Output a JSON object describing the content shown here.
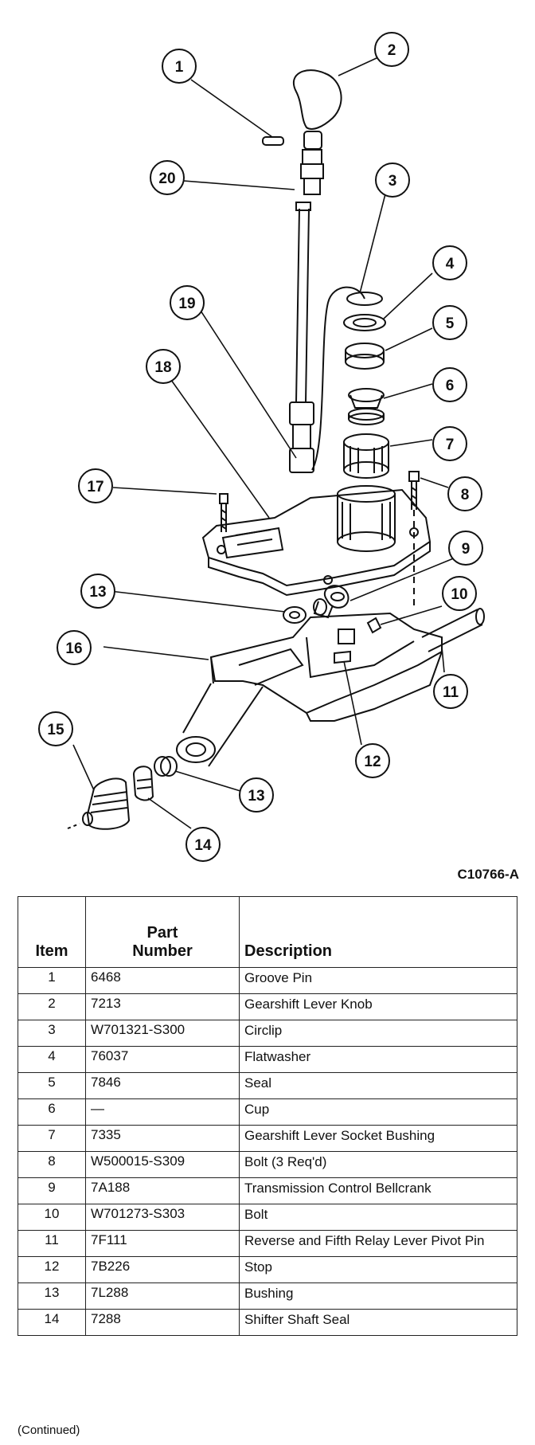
{
  "figure_code": "C10766-A",
  "callouts": [
    "1",
    "2",
    "3",
    "4",
    "5",
    "6",
    "7",
    "8",
    "9",
    "10",
    "11",
    "12",
    "13",
    "13",
    "14",
    "15",
    "16",
    "17",
    "18",
    "19",
    "20"
  ],
  "table": {
    "headers": {
      "item": "Item",
      "part_line1": "Part",
      "part_line2": "Number",
      "description": "Description"
    },
    "rows": [
      {
        "item": "1",
        "part": "6468",
        "description": "Groove Pin"
      },
      {
        "item": "2",
        "part": "7213",
        "description": "Gearshift Lever Knob"
      },
      {
        "item": "3",
        "part": "W701321-S300",
        "description": "Circlip"
      },
      {
        "item": "4",
        "part": "76037",
        "description": "Flatwasher"
      },
      {
        "item": "5",
        "part": "7846",
        "description": "Seal"
      },
      {
        "item": "6",
        "part": "—",
        "description": "Cup"
      },
      {
        "item": "7",
        "part": "7335",
        "description": "Gearshift Lever Socket Bushing"
      },
      {
        "item": "8",
        "part": "W500015-S309",
        "description": "Bolt (3 Req'd)"
      },
      {
        "item": "9",
        "part": "7A188",
        "description": "Transmission Control Bellcrank"
      },
      {
        "item": "10",
        "part": "W701273-S303",
        "description": "Bolt"
      },
      {
        "item": "11",
        "part": "7F111",
        "description": "Reverse and Fifth Relay Lever Pivot Pin"
      },
      {
        "item": "12",
        "part": "7B226",
        "description": "Stop"
      },
      {
        "item": "13",
        "part": "7L288",
        "description": "Bushing"
      },
      {
        "item": "14",
        "part": "7288",
        "description": "Shifter Shaft Seal"
      }
    ]
  },
  "footer_note": "(Continued)"
}
